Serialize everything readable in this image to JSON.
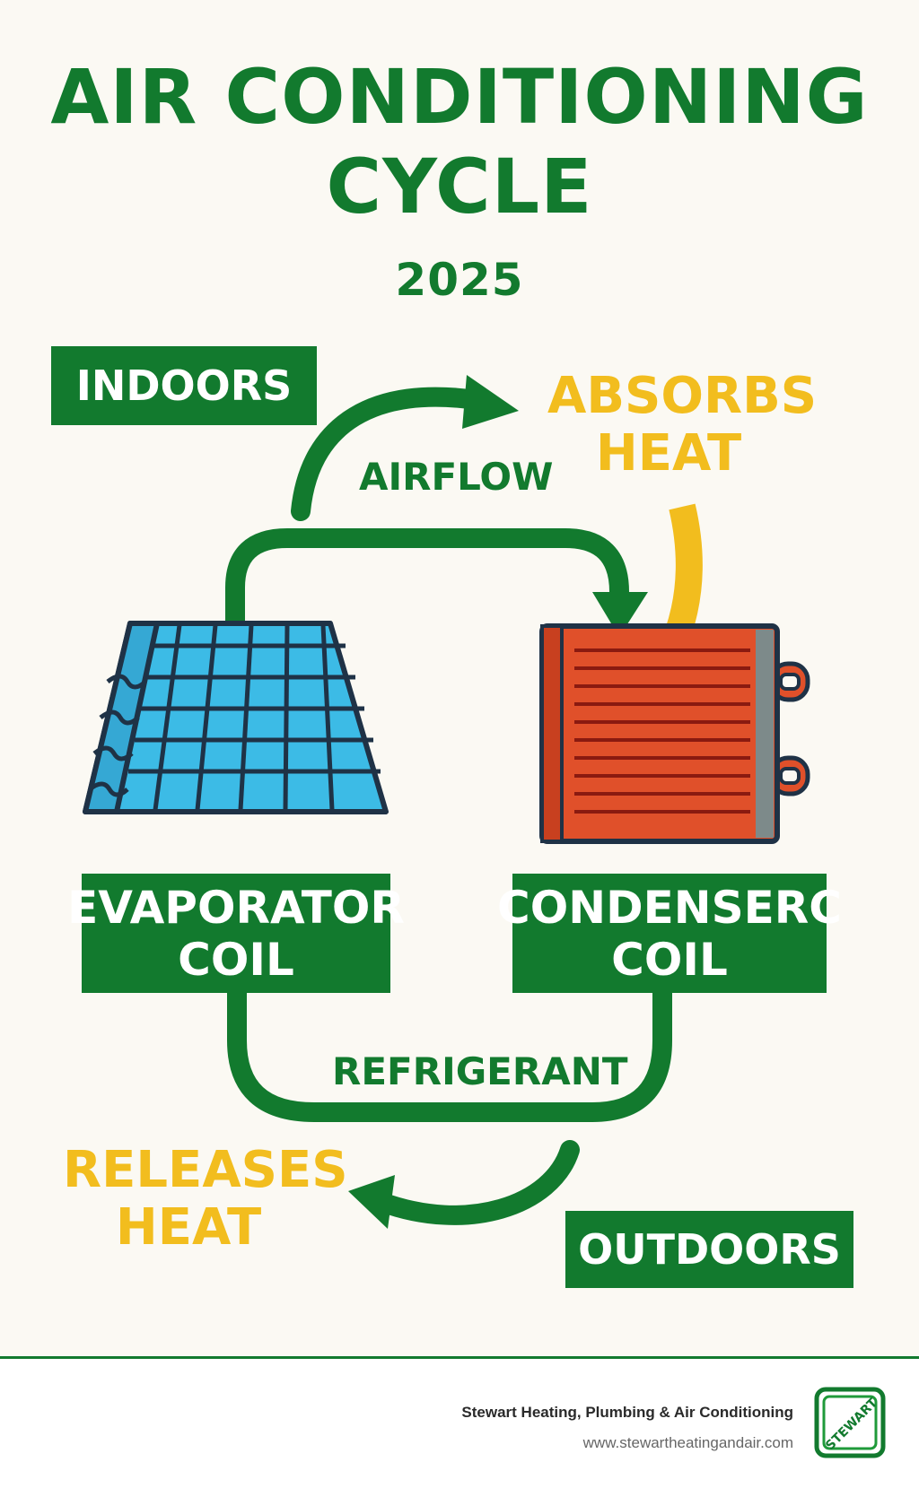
{
  "title": {
    "line1": "AIR CONDITIONING",
    "line2": "CYCLE",
    "year": "2025"
  },
  "labels": {
    "indoors": "INDOORS",
    "outdoors": "OUTDOORS",
    "airflow": "AIRFLOW",
    "refrigerant": "REFRIGERANT",
    "absorbs_heat": [
      "ABSORBS",
      "HEAT"
    ],
    "releases_heat": [
      "RELEASES",
      "HEAT"
    ],
    "evaporator_coil": [
      "EVAPORATOR",
      "COIL"
    ],
    "condenser_coil": [
      "CONDENSERC",
      "COIL"
    ]
  },
  "footer": {
    "company": "Stewart Heating, Plumbing & Air Conditioning",
    "url": "www.stewartheatingandair.com",
    "logo_text": "STEWART"
  },
  "colors": {
    "green": "#127a2e",
    "yellow": "#f2bd1e",
    "evaporator_blue": "#3cbbe6",
    "condenser_orange": "#e0502a",
    "background": "#fbf9f3"
  }
}
